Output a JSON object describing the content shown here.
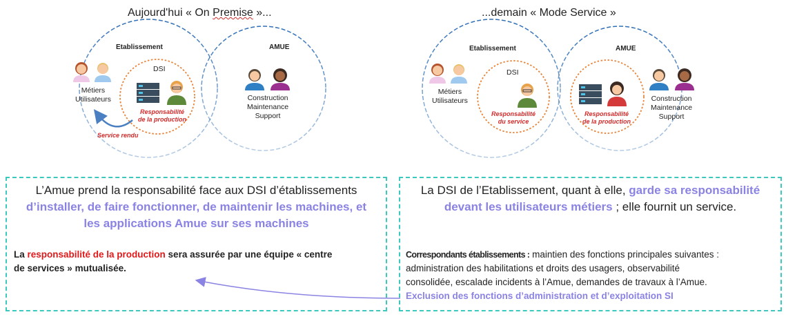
{
  "left": {
    "title_prefix": "Aujourd'hui « On ",
    "title_underlined": "Premise",
    "title_suffix": " »...",
    "etablissement_label": "Etablissement",
    "dsi_label": "DSI",
    "amue_label": "AMUE",
    "metiers_line1": "Métiers",
    "metiers_line2": "Utilisateurs",
    "resp_line1": "Responsabilité",
    "resp_line2": "de la production",
    "service_rendu": "Service rendu",
    "amue_line1": "Construction",
    "amue_line2": "Maintenance",
    "amue_line3": "Support"
  },
  "right": {
    "title": "...demain « Mode Service »",
    "etablissement_label": "Etablissement",
    "dsi_label": "DSI",
    "amue_label": "AMUE",
    "metiers_line1": "Métiers",
    "metiers_line2": "Utilisateurs",
    "resp_service_line1": "Responsabilité",
    "resp_service_line2": "du service",
    "resp_prod_line1": "Responsabilité",
    "resp_prod_line2": "de la production",
    "amue_line1": "Construction",
    "amue_line2": "Maintenance",
    "amue_line3": "Support"
  },
  "box_left": {
    "line1": "L’Amue prend la responsabilité face aux DSI d’établissements",
    "line2": "d’installer, de faire fonctionner, de maintenir les machines, et",
    "line3": "les applications Amue sur ses machines",
    "p_start": "La ",
    "p_red": "responsabilité de la production",
    "p_mid": " sera assurée par une équipe « centre",
    "p_end": "de services » mutualisée."
  },
  "box_right": {
    "line1_plain": "La DSI de l’Etablissement, quant à elle, ",
    "line1_purple": "garde sa responsabilité",
    "line2_purple": "devant les utilisateurs métiers",
    "line2_plain": " ; elle fournit un service.",
    "corr_label": "Correspondants établissements :",
    "corr_text1": " maintien des fonctions principales suivantes :",
    "corr_text2": "administration des habilitations et droits des usagers, observabilité",
    "corr_text3": "consolidée, escalade incidents à l’Amue, demandes de travaux à l’Amue.",
    "exclusion": "Exclusion des fonctions d’administration et d’exploitation SI"
  },
  "colors": {
    "teal_border": "#3cc9bd",
    "purple": "#8b83e3",
    "red": "#e0191b",
    "circle_blue": "#2f6eb5",
    "circle_orange": "#e8843a"
  }
}
